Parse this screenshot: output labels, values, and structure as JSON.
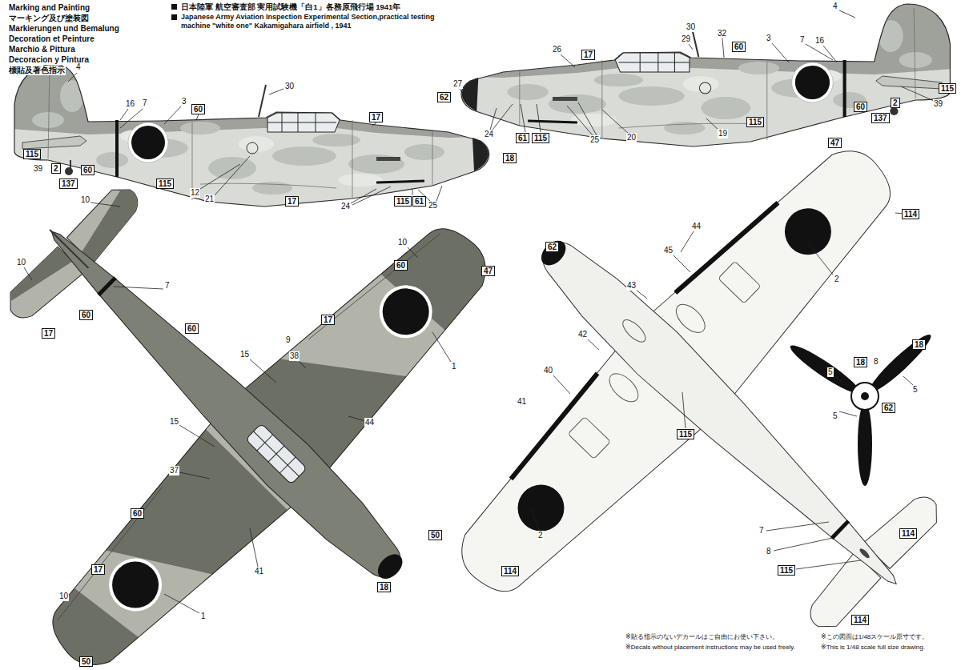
{
  "diagram": {
    "nodes": [
      {
        "text": [
          "60"
        ]
      },
      {
        "text": [
          "17"
        ]
      },
      {
        "text": [
          "115"
        ]
      },
      {
        "text": [
          "18"
        ]
      },
      {
        "text": [
          "2"
        ]
      },
      {
        "text": [
          "60"
        ]
      },
      {
        "text": [
          "115"
        ]
      },
      {
        "text": [
          "137"
        ]
      },
      {
        "text": [
          "17"
        ]
      },
      {
        "text": [
          "115"
        ]
      },
      {
        "text": [
          "61"
        ]
      },
      {
        "text": [
          "17"
        ]
      },
      {
        "text": [
          "60"
        ]
      },
      {
        "text": [
          "62"
        ]
      },
      {
        "text": [
          "115"
        ]
      },
      {
        "text": [
          "2"
        ]
      },
      {
        "text": [
          "60"
        ]
      },
      {
        "text": [
          "137"
        ]
      },
      {
        "text": [
          "61"
        ]
      },
      {
        "text": [
          "115"
        ]
      },
      {
        "text": [
          "115"
        ]
      },
      {
        "text": [
          "47"
        ]
      },
      {
        "text": [
          "60"
        ]
      },
      {
        "text": [
          "60"
        ]
      },
      {
        "text": [
          "17"
        ]
      },
      {
        "text": [
          "60"
        ]
      },
      {
        "text": [
          "17"
        ]
      },
      {
        "text": [
          "60"
        ]
      },
      {
        "text": [
          "17"
        ]
      },
      {
        "text": [
          "18"
        ]
      },
      {
        "text": [
          "50"
        ]
      },
      {
        "text": [
          "47"
        ]
      },
      {
        "text": [
          "114"
        ]
      },
      {
        "text": [
          "62"
        ]
      },
      {
        "text": [
          "18"
        ]
      },
      {
        "text": [
          "18"
        ]
      },
      {
        "text": [
          "62"
        ]
      },
      {
        "text": [
          "115"
        ]
      },
      {
        "text": [
          "114"
        ]
      },
      {
        "text": [
          "50"
        ]
      },
      {
        "text": [
          "114"
        ]
      },
      {
        "text": [
          "115"
        ]
      },
      {
        "text": [
          "114"
        ]
      }
    ],
    "labels": [
      "Marking and Painting",
      "マーキング及び塗装図",
      "Markierungen und Bemalung",
      "Decoration et Peinture",
      "Marchio & Pittura",
      "Decoracion y Pintura",
      "標貼及著色指示",
      "日本陸軍 航空審査部 実用試験機「白1」各務原飛行場 1941年",
      "Japanese Army Aviation Inspection Experimental Section,practical testing machine \"white one\" Kakamigahara airfield , 1941",
      "4",
      "30",
      "3",
      "16",
      "7",
      "39",
      "12",
      "21",
      "24",
      "25",
      "4",
      "30",
      "29",
      "32",
      "26",
      "3",
      "7",
      "16",
      "27",
      "39",
      "24",
      "25",
      "20",
      "19",
      "10",
      "10",
      "7",
      "10",
      "9",
      "38",
      "15",
      "1",
      "44",
      "15",
      "37",
      "41",
      "10",
      "1",
      "44",
      "45",
      "2",
      "43",
      "42",
      "40",
      "8",
      "5",
      "5",
      "5",
      "41",
      "2",
      "7",
      "8",
      "※貼る指示のないデカールはご自由にお使い下さい。",
      "※Decals without placement instructions may be used freely.",
      "※この図面は1/48スケール原寸です。",
      "※This is 1/48 scale full size drawing."
    ]
  }
}
